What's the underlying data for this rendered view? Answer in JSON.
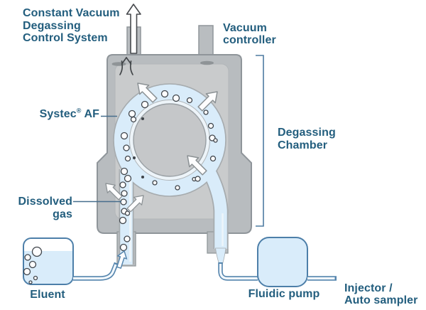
{
  "title": "Constant Vacuum\nDegassing\nControl System",
  "labels": {
    "vacuum_controller": "Vacuum\ncontroller",
    "systec": {
      "brand": "Systec",
      "reg": "®",
      "suffix": " AF"
    },
    "degassing_chamber": "Degassing\nChamber",
    "dissolved_gas": "Dissolved gas",
    "eluent": "Eluent",
    "fluidic_pump": "Fluidic pump",
    "injector_autosampler": "Injector /\nAuto sampler"
  },
  "colors": {
    "label_text": "#235e7e",
    "tube_blue_fill": "#d9ecfa",
    "device_outline_blue": "#4d7fa9",
    "chamber_gray": "#b8bcbf",
    "inner_panel_gray": "#c9cbcc",
    "leader_line_blue": "#476e8d"
  }
}
